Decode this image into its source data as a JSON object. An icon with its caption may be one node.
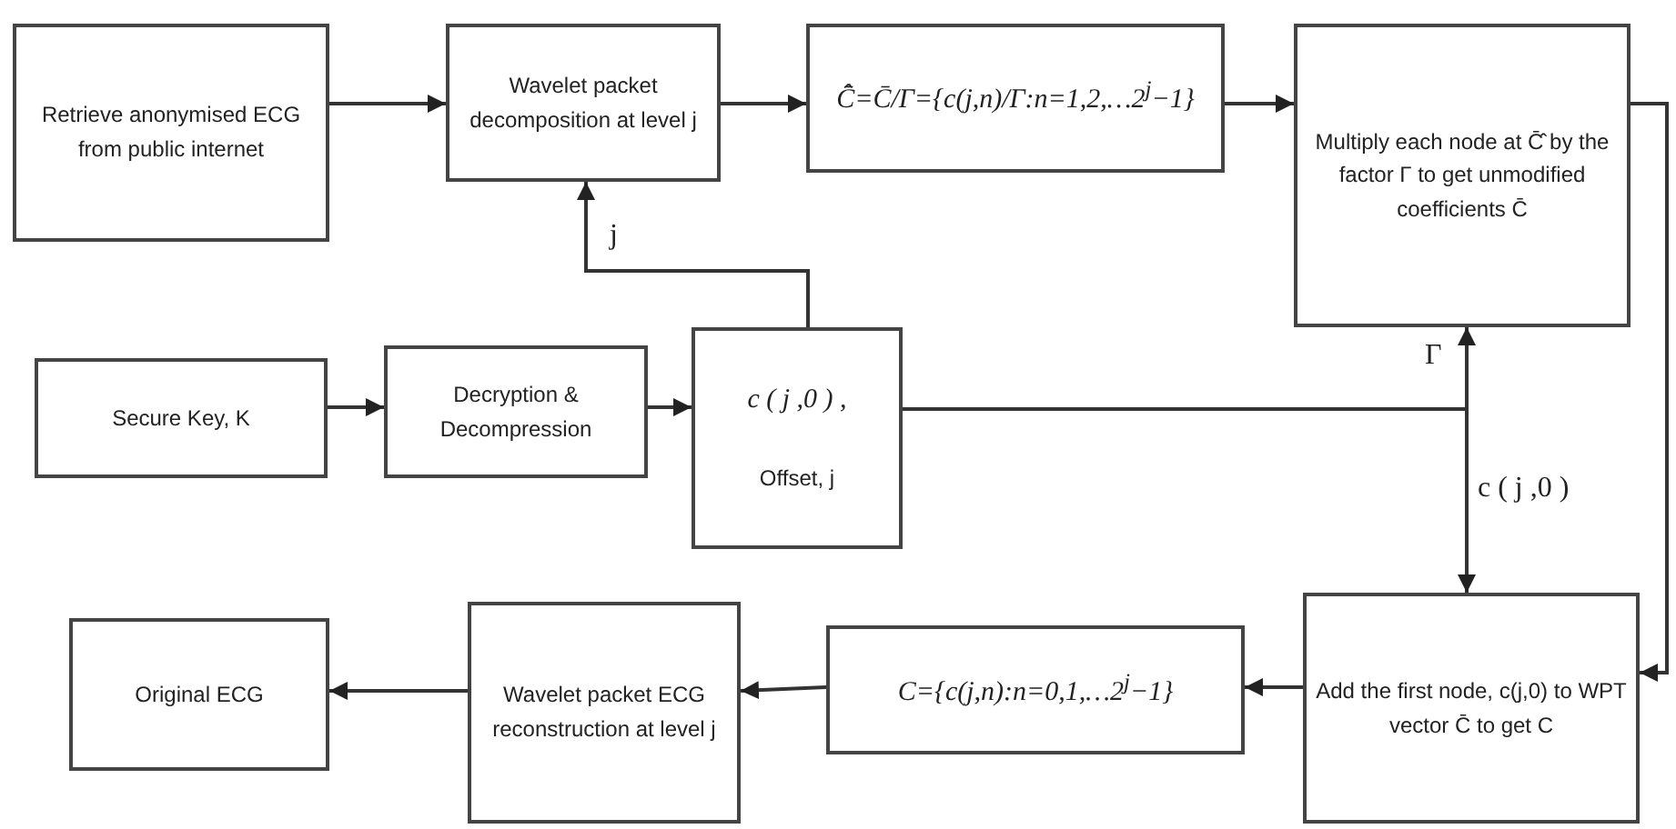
{
  "diagram": {
    "nodes": [
      {
        "text": [
          "Retrieve anonymised ECG from public internet"
        ]
      },
      {
        "text": [
          "Wavelet packet decomposition at level j"
        ]
      },
      {
        "text": [
          "C̄̂=C̄/Γ={c(j,n)/Γ:n=1,2,…2$^{j}$−1}"
        ]
      },
      {
        "text": [
          "Multiply each node at C̄̂ by the factor Γ to get unmodified coefficients C̄"
        ]
      },
      {
        "text": [
          "Secure Key, K"
        ]
      },
      {
        "text": [
          "Decryption & Decompression"
        ]
      },
      {
        "text": [
          "c ( j ,0 ) ,",
          "Offset, j"
        ]
      },
      {
        "text": [
          "Add the first node, c(j,0) to WPT vector C̄ to get C"
        ]
      },
      {
        "text": [
          "C={c(j,n):n=0,1,…2$^{j}$−1}"
        ]
      },
      {
        "text": [
          "Wavelet packet ECG reconstruction at level j"
        ]
      },
      {
        "text": [
          "Original ECG"
        ]
      }
    ],
    "edges": [
      {
        "from": 0,
        "to": 1,
        "arrow": "to"
      },
      {
        "from": 1,
        "to": 2,
        "arrow": "to"
      },
      {
        "from": 2,
        "to": 3,
        "arrow": "to"
      },
      {
        "from": 3,
        "to": 7,
        "arrow": "to"
      },
      {
        "from": 4,
        "to": 5,
        "arrow": "to"
      },
      {
        "from": 5,
        "to": 6,
        "arrow": "to"
      },
      {
        "from": 6,
        "to": 1,
        "arrow": "to",
        "label": "j"
      },
      {
        "from": 6,
        "to": 3,
        "arrow": "to",
        "label": "Γ"
      },
      {
        "from": 6,
        "to": 7,
        "arrow": "to",
        "label": "c ( j ,0 )"
      },
      {
        "from": 7,
        "to": 8,
        "arrow": "to"
      },
      {
        "from": 8,
        "to": 9,
        "arrow": "to"
      },
      {
        "from": 9,
        "to": 10,
        "arrow": "to"
      }
    ]
  }
}
